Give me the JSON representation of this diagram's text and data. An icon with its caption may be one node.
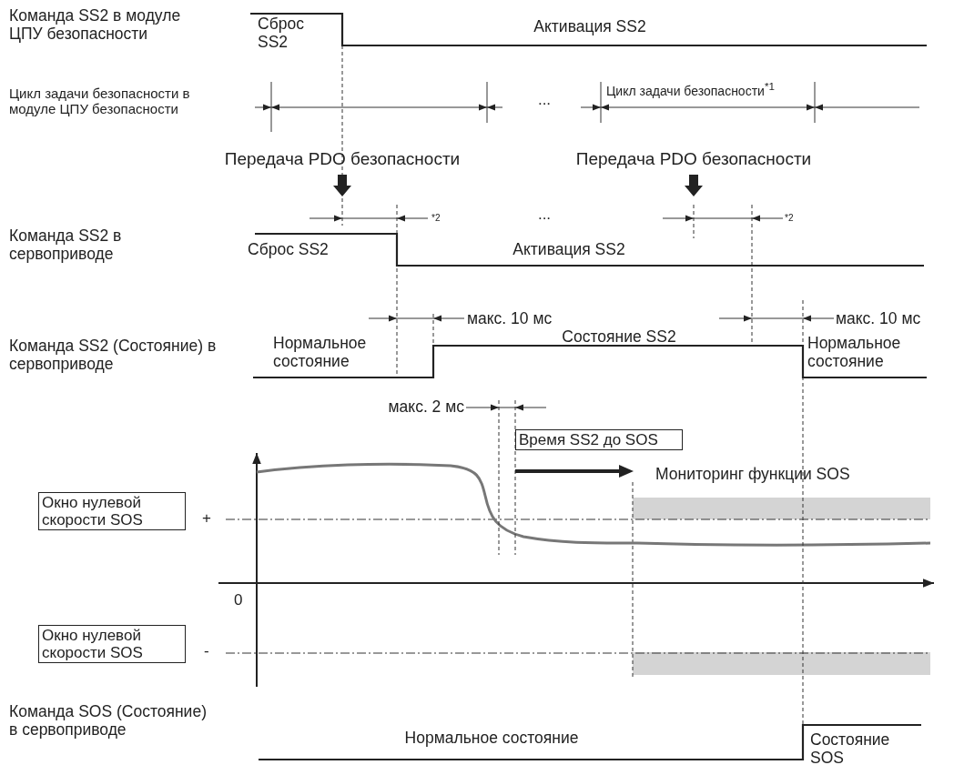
{
  "diagram": {
    "nodes": [
      {
        "text": [
          "Время SS2 до SOS"
        ]
      },
      {
        "text": [
          "Окно нулевой скорости SOS"
        ]
      },
      {
        "text": [
          "Окно нулевой скорости SOS"
        ]
      }
    ],
    "edges": [],
    "labels": [
      "Команда SS2 в модуле ЦПУ безопасности",
      "Сброс SS2",
      "Активация SS2",
      "Цикл задачи безопасности в модуле ЦПУ безопасности",
      "...",
      "Цикл задачи безопасности$^{*1}$",
      "Передача PDO безопасности",
      "Передача PDO безопасности",
      "*2",
      "...",
      "*2",
      "Команда SS2 в сервоприводе",
      "Сброс SS2",
      "Активация SS2",
      "макс. 10 мс",
      "макс. 10 мс",
      "Команда SS2 (Состояние) в сервоприводе",
      "Нормальное состояние",
      "Состояние SS2",
      "Нормальное состояние",
      "макс. 2 мс",
      "Мониторинг функции SOS",
      "+",
      "0",
      "-",
      "Команда SOS (Состояние) в сервоприводе",
      "Нормальное состояние",
      "Состояние SOS"
    ]
  }
}
